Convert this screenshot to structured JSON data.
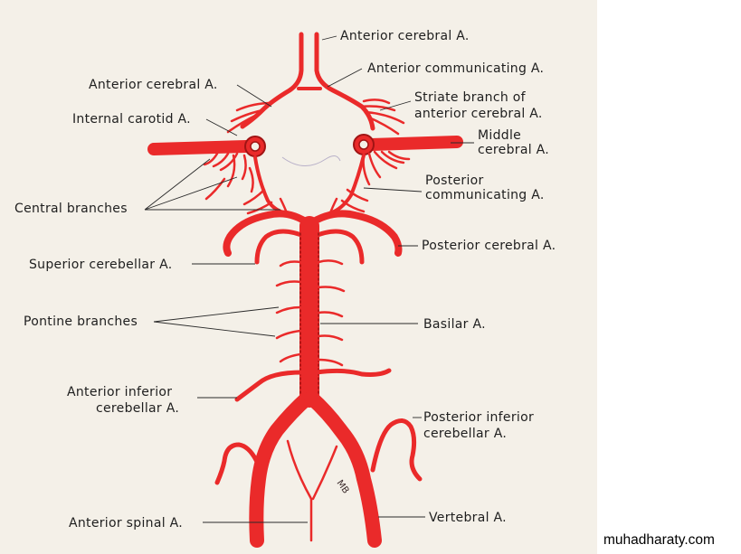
{
  "diagram": {
    "labels": {
      "anterior_cerebral_top": "Anterior cerebral A.",
      "anterior_communicating": "Anterior communicating A.",
      "anterior_cerebral_left": "Anterior cerebral A.",
      "internal_carotid": "Internal carotid A.",
      "striate_branch_line1": "Striate branch of",
      "striate_branch_line2": "anterior cerebral A.",
      "middle_cerebral_line1": "Middle",
      "middle_cerebral_line2": "cerebral A.",
      "posterior_communicating_line1": "Posterior",
      "posterior_communicating_line2": "communicating A.",
      "central_branches": "Central branches",
      "posterior_cerebral": "Posterior cerebral A.",
      "superior_cerebellar": "Superior cerebellar A.",
      "pontine_branches": "Pontine branches",
      "basilar": "Basilar A.",
      "anterior_inferior_cerebellar_line1": "Anterior inferior",
      "anterior_inferior_cerebellar_line2": "cerebellar A.",
      "posterior_inferior_cerebellar_line1": "Posterior inferior",
      "posterior_inferior_cerebellar_line2": "cerebellar A.",
      "anterior_spinal": "Anterior spinal A.",
      "vertebral": "Vertebral A."
    },
    "signature": "MB",
    "colors": {
      "artery": "#ea2a2a",
      "paper": "#f4f0e8"
    }
  },
  "watermark": "muhadharaty.com"
}
